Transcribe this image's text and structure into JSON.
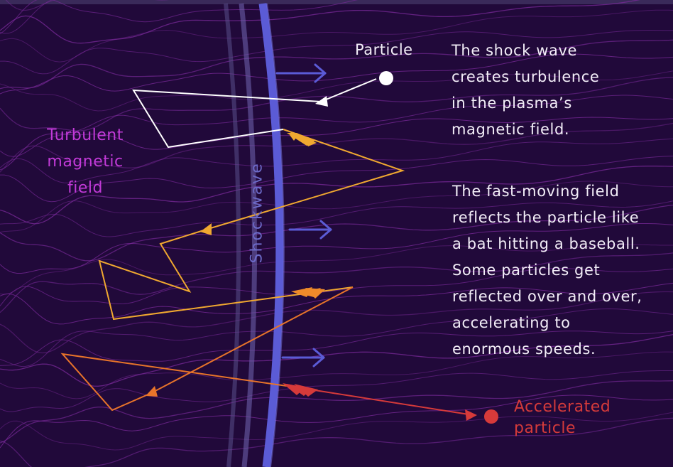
{
  "labels": {
    "particle": "Particle",
    "turbulent": [
      "Turbulent",
      "magnetic",
      "field"
    ],
    "shockwave": "Shockwave",
    "accelerated": [
      "Accelerated",
      "particle"
    ]
  },
  "text_blocks": {
    "block1": [
      "The shock wave",
      "creates turbulence",
      "in the plasma’s",
      "magnetic field."
    ],
    "block2": [
      "The fast-moving field",
      "reflects the particle like",
      "a bat hitting a baseball.",
      "Some particles get",
      "reflected over and over,",
      "accelerating to",
      "enormous speeds."
    ]
  },
  "colors": {
    "background": "#21093a",
    "field_lines": "#7a2a9a",
    "shock_wave": "#5b5bd6",
    "path_white": "#ffffff",
    "path_yellow": "#f0a830",
    "path_orange": "#e8742a",
    "path_red": "#d63a3a"
  }
}
